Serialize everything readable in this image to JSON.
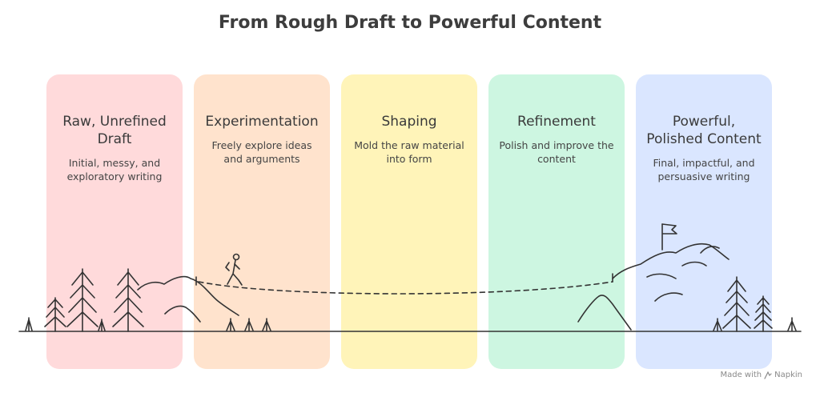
{
  "title": "From Rough Draft to Powerful Content",
  "stages": [
    {
      "title": "Raw, Unrefined Draft",
      "description": "Initial, messy, and exploratory writing",
      "color": "#ffdadb"
    },
    {
      "title": "Experimentation",
      "description": "Freely explore ideas and arguments",
      "color": "#ffe3cd"
    },
    {
      "title": "Shaping",
      "description": "Mold the raw material into form",
      "color": "#fff4b9"
    },
    {
      "title": "Refinement",
      "description": "Polish and improve the content",
      "color": "#cdf6e1"
    },
    {
      "title": "Powerful, Polished Content",
      "description": "Final, impactful, and persuasive writing",
      "color": "#dae6ff"
    }
  ],
  "footer": {
    "made_with": "Made with",
    "brand": "Napkin"
  },
  "icons": {
    "hiker": "hiker-icon",
    "flag": "flag-icon",
    "tree": "pine-tree-icon"
  }
}
